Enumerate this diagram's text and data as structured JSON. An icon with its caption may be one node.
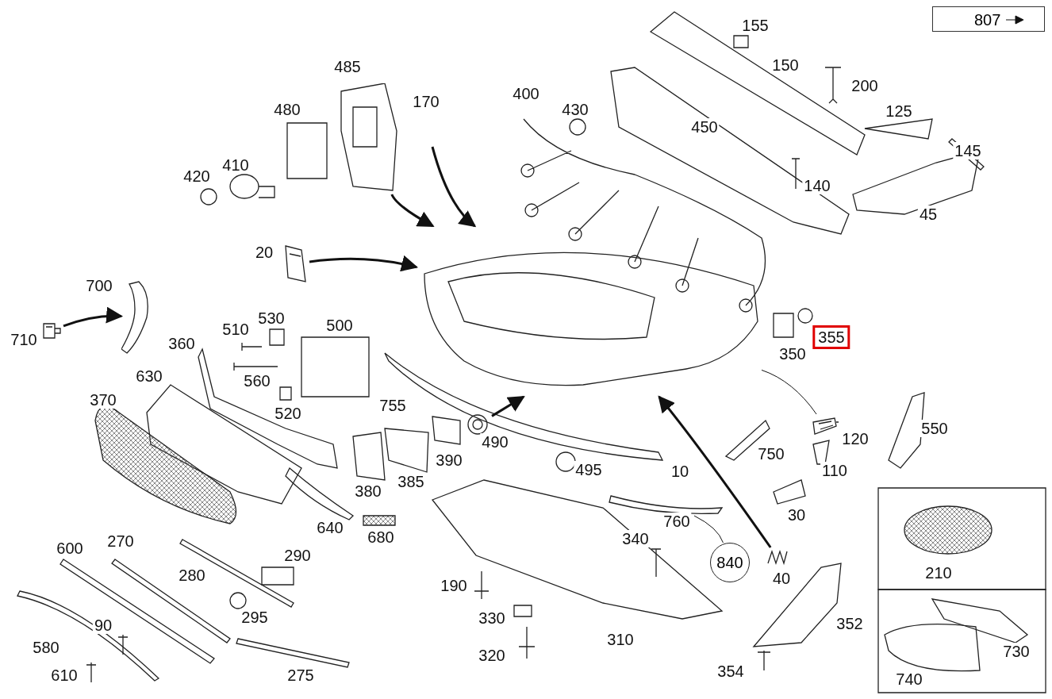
{
  "diagram": {
    "nodes": [
      {
        "text": [],
        "shape": "picture"
      },
      {
        "text": [],
        "shape": "picture",
        "beside": [
          "20"
        ]
      },
      {
        "text": [],
        "shape": "picture",
        "beside": [
          "485"
        ]
      },
      {
        "text": [],
        "shape": "picture",
        "beside": [
          "700"
        ]
      },
      {
        "text": [],
        "shape": "picture",
        "beside": [
          "710"
        ]
      },
      {
        "text": [],
        "shape": "picture",
        "beside": [
          "490"
        ]
      },
      {
        "text": [],
        "shape": "picture",
        "beside": [
          "40"
        ]
      },
      {
        "text": [
          "840"
        ]
      },
      {
        "text": [],
        "shape": "picture",
        "beside": [
          "760"
        ]
      },
      {
        "text": [],
        "shape": "picture",
        "beside": [
          "120"
        ]
      }
    ],
    "edges": [
      {
        "from": 1,
        "to": 0,
        "arrow": "to"
      },
      {
        "from": 2,
        "to": 0,
        "arrow": "to"
      },
      {
        "from": null,
        "to": 0,
        "arrow": "to"
      },
      {
        "from": 4,
        "to": 3,
        "arrow": "to"
      },
      {
        "from": 5,
        "to": 0,
        "arrow": "to"
      },
      {
        "from": 6,
        "to": 0,
        "arrow": "to"
      },
      {
        "from": 7,
        "to": 8,
        "arrow": "none"
      },
      {
        "from": 0,
        "to": 9,
        "arrow": "none"
      }
    ],
    "labels": [
      "155",
      "807",
      "150",
      "480",
      "170",
      "400",
      "430",
      "450",
      "200",
      "125",
      "145",
      "420",
      "410",
      "140",
      "45",
      "360",
      "510",
      "530",
      "500",
      "350",
      "355",
      "630",
      "560",
      "370",
      "520",
      "755",
      "380",
      "385",
      "390",
      "495",
      "10",
      "750",
      "110",
      "550",
      "600",
      "270",
      "640",
      "680",
      "340",
      "30",
      "280",
      "290",
      "190",
      "210",
      "580",
      "90",
      "295",
      "330",
      "320",
      "310",
      "352",
      "730",
      "610",
      "275",
      "354",
      "740"
    ]
  }
}
